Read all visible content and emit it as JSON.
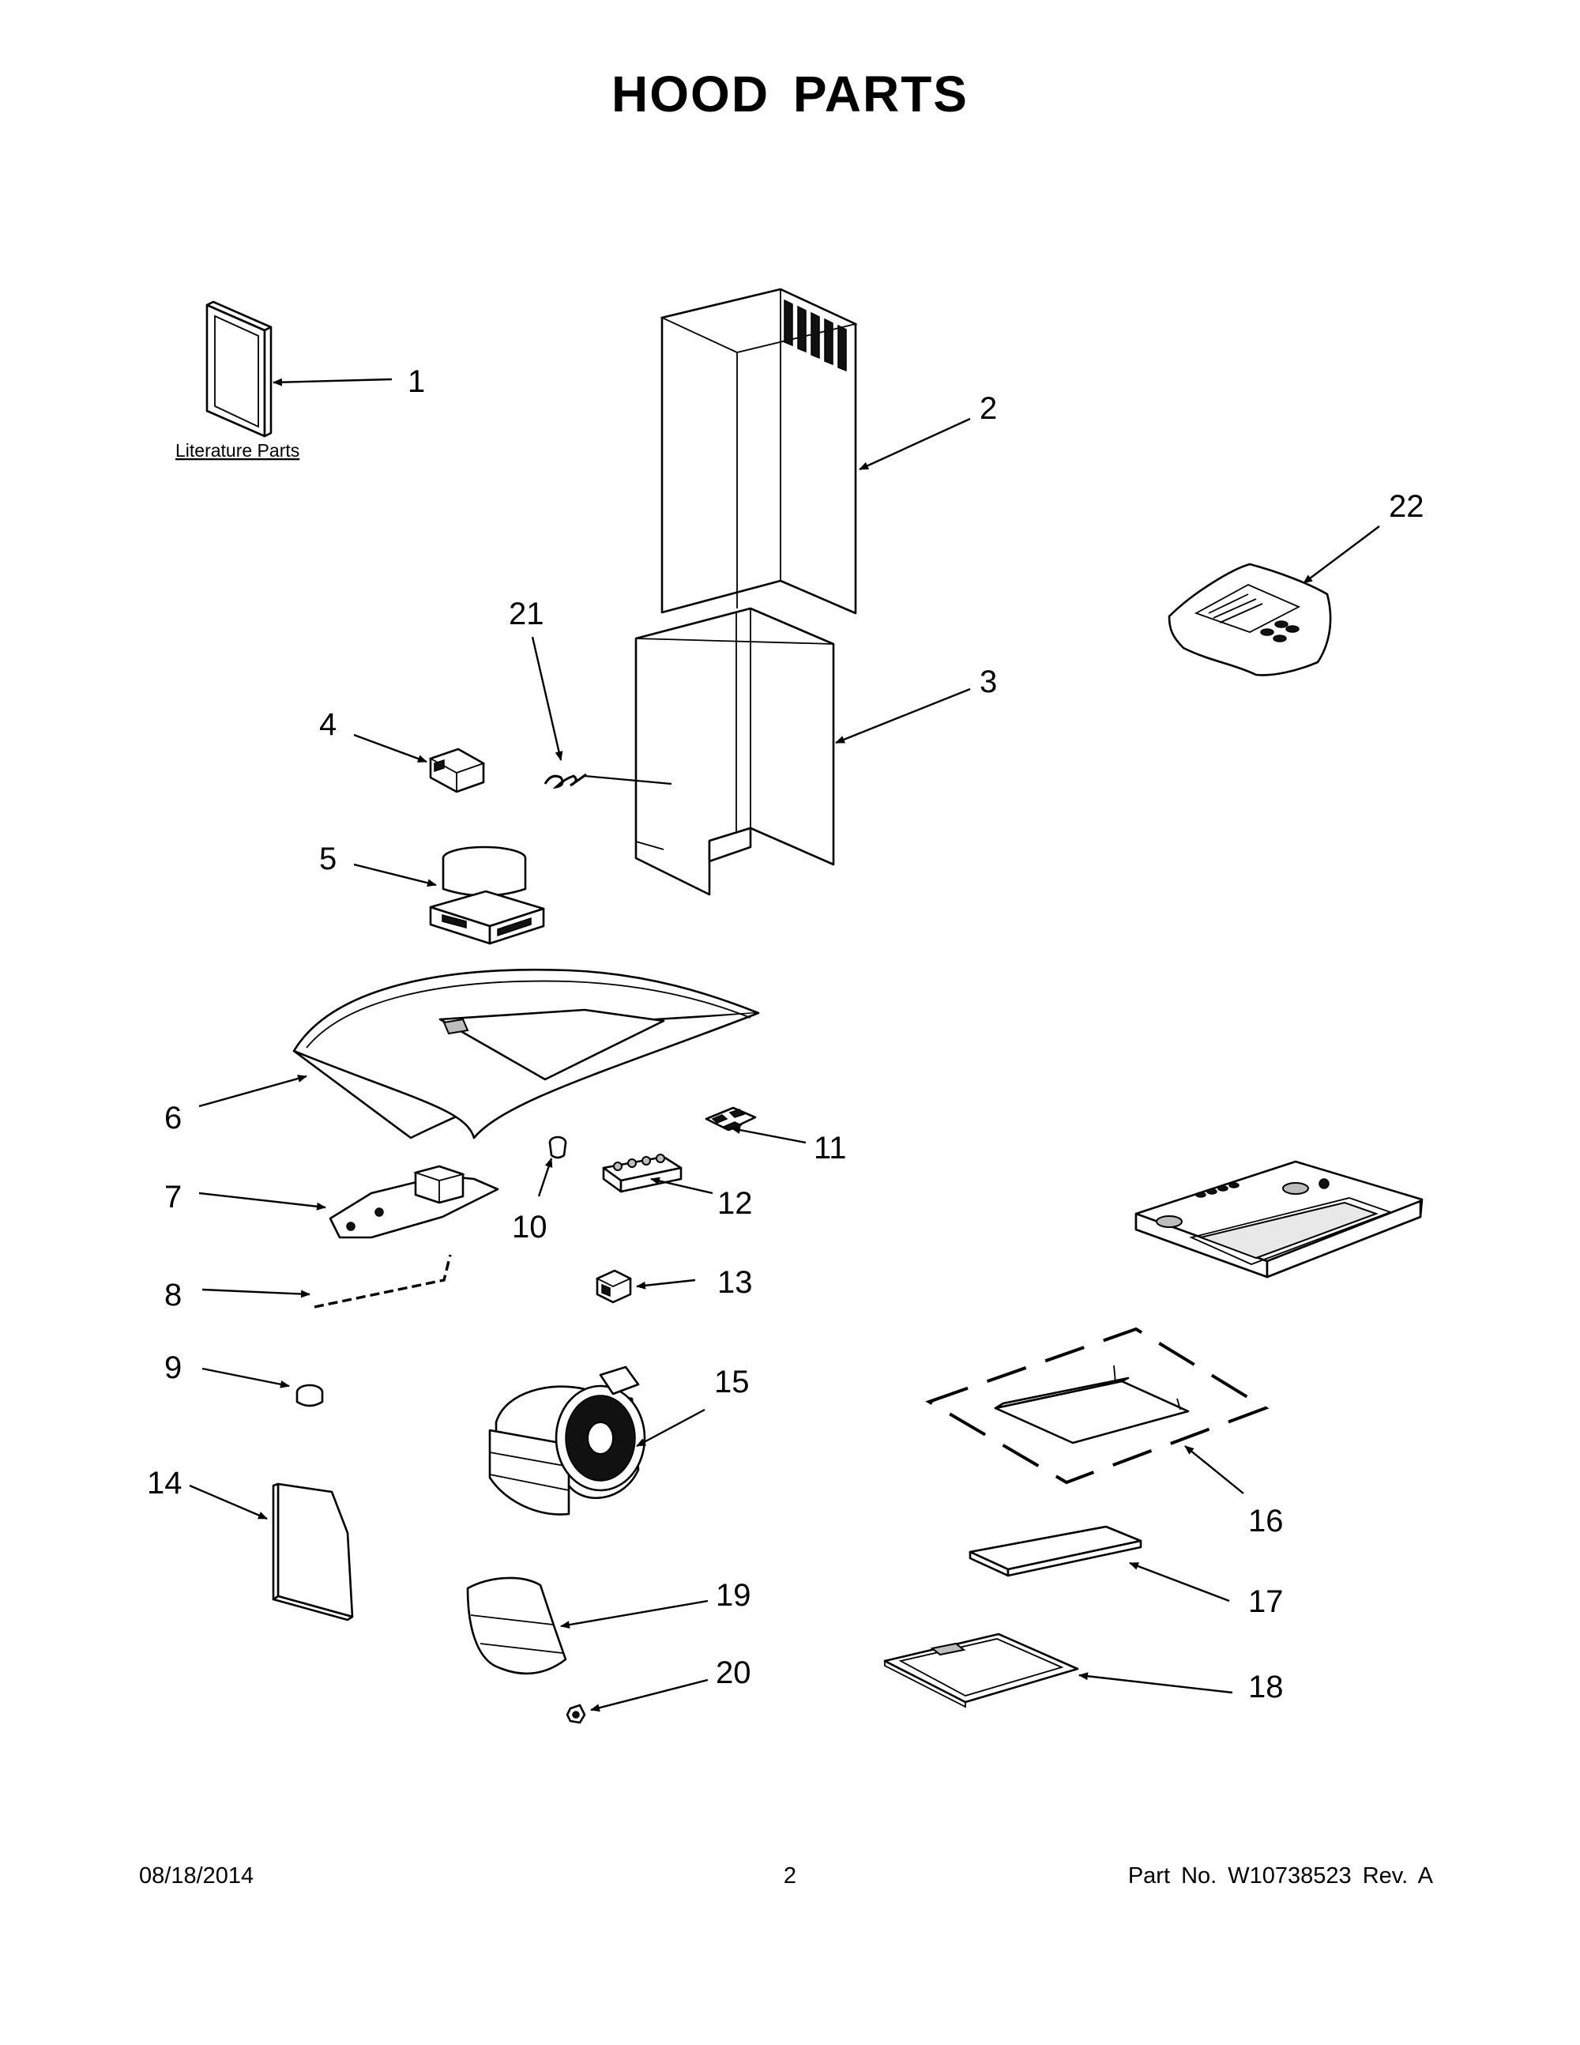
{
  "title": "HOOD PARTS",
  "literature_label": "Literature Parts",
  "callouts": [
    "1",
    "2",
    "3",
    "4",
    "5",
    "6",
    "7",
    "8",
    "9",
    "10",
    "11",
    "12",
    "13",
    "14",
    "15",
    "16",
    "17",
    "18",
    "19",
    "20",
    "21",
    "22"
  ],
  "footer": {
    "date": "08/18/2014",
    "page": "2",
    "part_no": "Part No.  W10738523  Rev.  A"
  }
}
